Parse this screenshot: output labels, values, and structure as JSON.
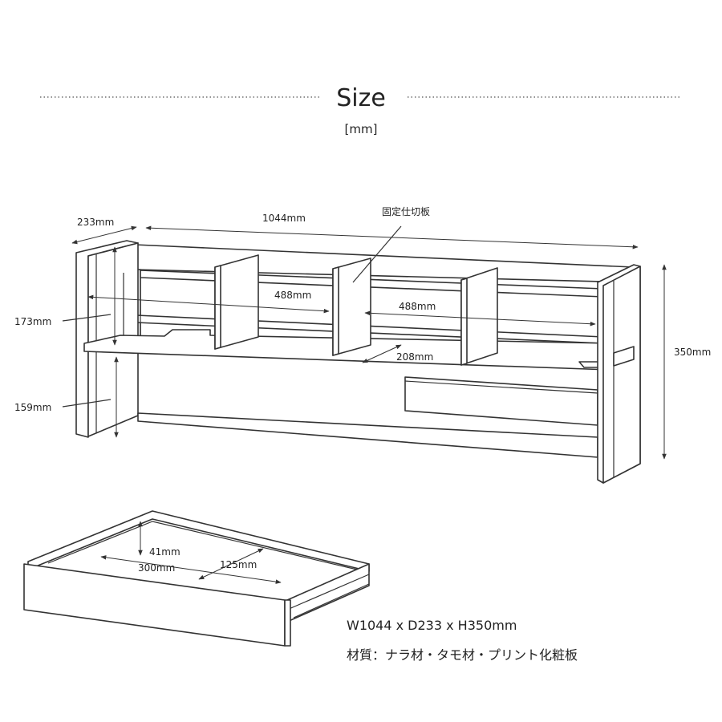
{
  "header": {
    "title": "Size",
    "unit": "[mm]"
  },
  "labels": {
    "depth": "233mm",
    "width": "1044mm",
    "fixed_partition": "固定仕切板",
    "upper_height": "173mm",
    "lower_height": "159mm",
    "compartment_left": "488mm",
    "compartment_right": "488mm",
    "shelf_depth": "208mm",
    "total_height": "350mm"
  },
  "drawer": {
    "inner_height": "41mm",
    "inner_width": "300mm",
    "inner_depth": "125mm"
  },
  "specs": {
    "dimensions": "W1044 x D233 x H350mm",
    "material": "材質：ナラ材・タモ材・プリント化粧板"
  }
}
